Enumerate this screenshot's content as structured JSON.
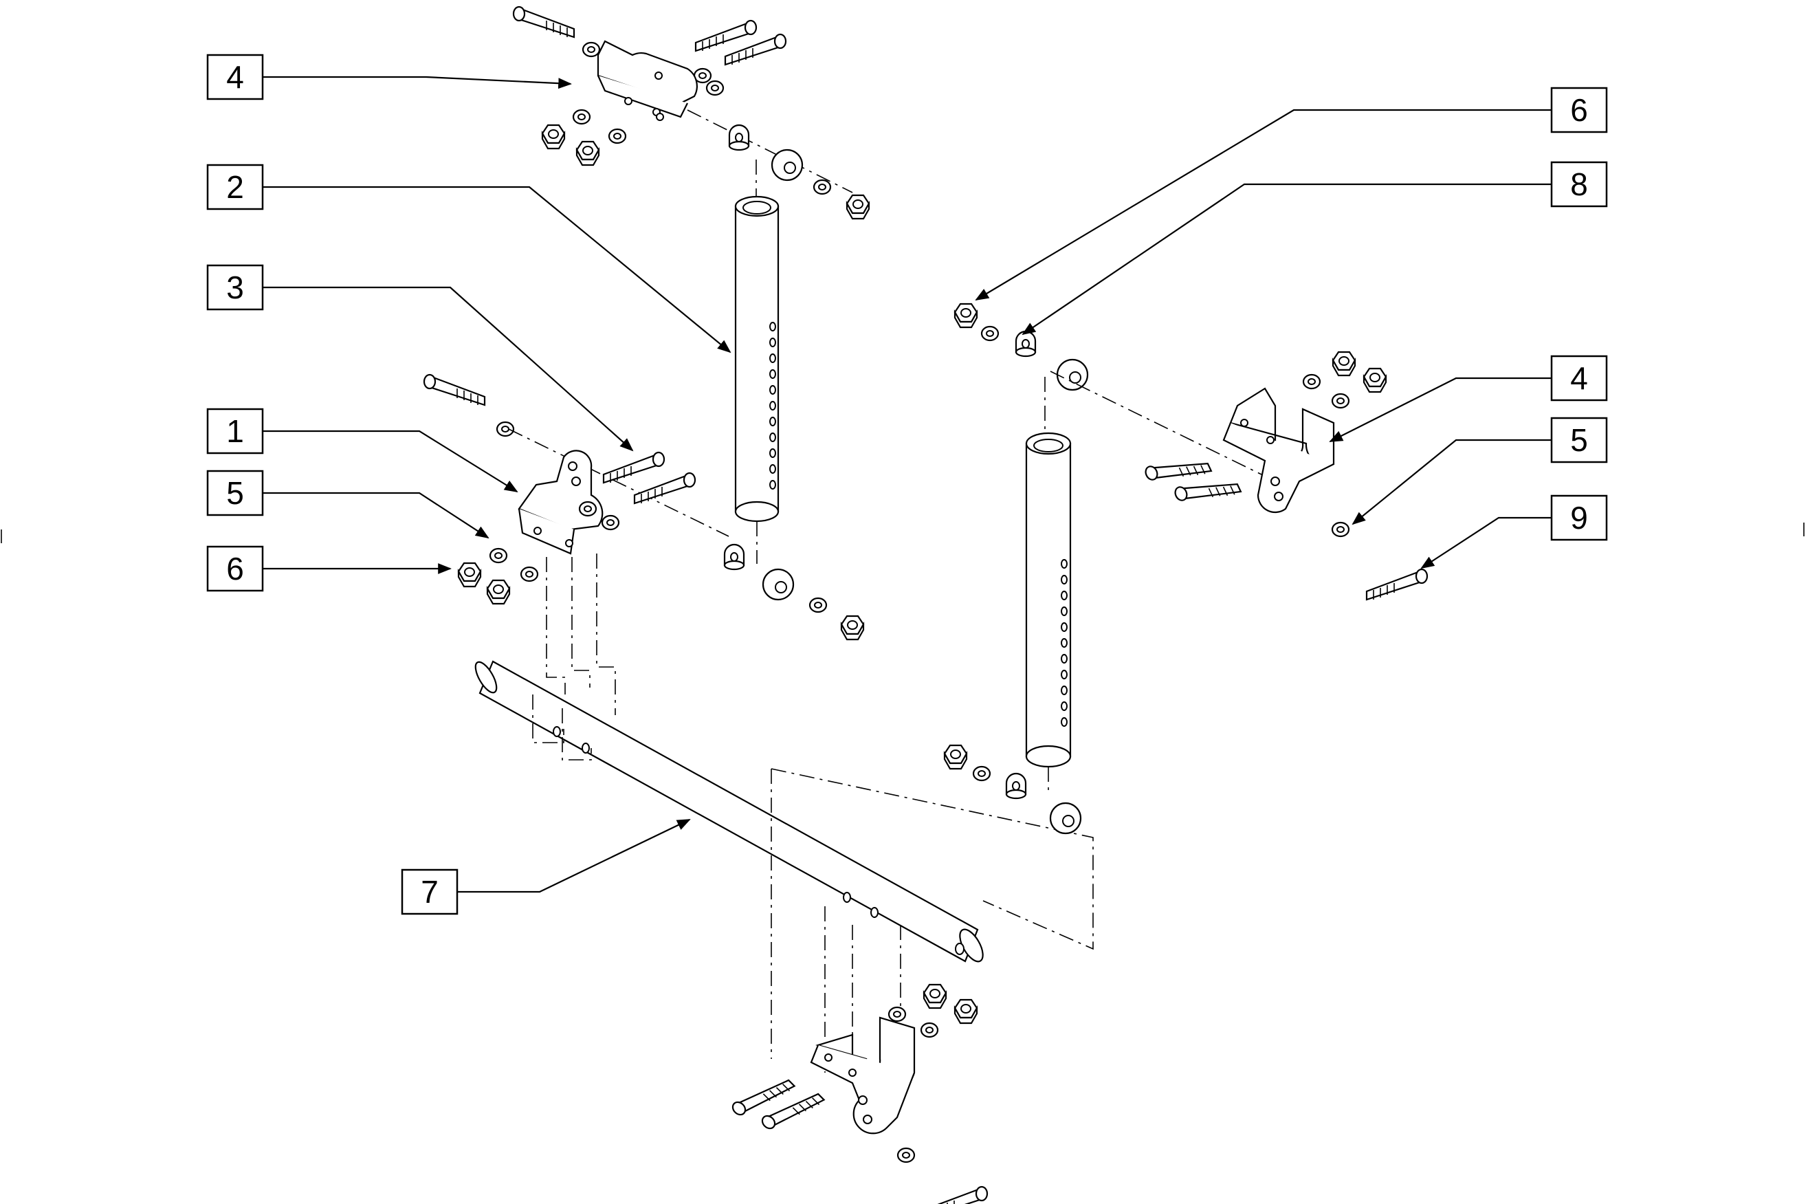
{
  "callouts": [
    {
      "label": "4"
    },
    {
      "label": "2"
    },
    {
      "label": "3"
    },
    {
      "label": "1"
    },
    {
      "label": "5"
    },
    {
      "label": "6"
    },
    {
      "label": "7"
    },
    {
      "label": "6"
    },
    {
      "label": "8"
    },
    {
      "label": "4"
    },
    {
      "label": "5"
    },
    {
      "label": "9"
    }
  ]
}
